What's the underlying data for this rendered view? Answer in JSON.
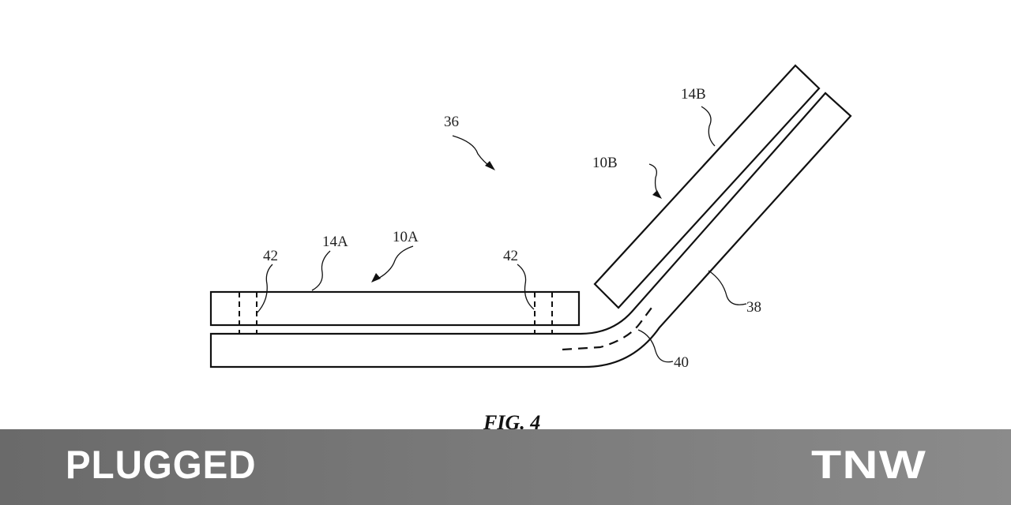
{
  "figure": {
    "caption": "FIG. 4",
    "labels": {
      "assembly": "36",
      "display_b": "14B",
      "device_b": "10B",
      "magnet_left": "42",
      "display_a": "14A",
      "device_a": "10A",
      "magnet_right": "42",
      "hinge": "38",
      "flex_path": "40"
    }
  },
  "banner": {
    "left_logo": "PLUGGED",
    "right_logo": "TNW"
  }
}
